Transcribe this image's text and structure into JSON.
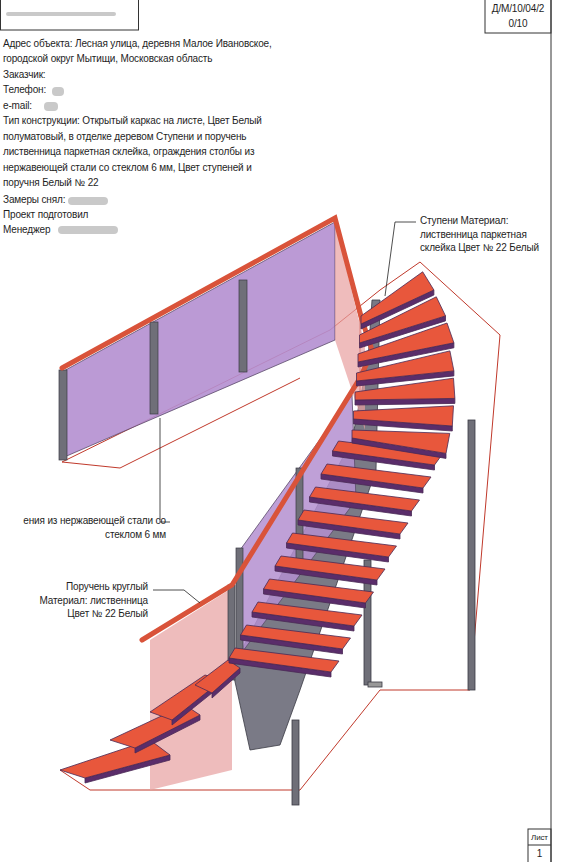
{
  "diagram": {
    "labels": [
      "Д/М/10/04/2",
      "0/10",
      "Адрес объекта: Лесная улица, деревня Малое Ивановское,",
      "городской округ Мытищи, Московская область",
      "Заказчик:",
      "Телефон:",
      "e-mail:",
      "Тип конструкции: Открытый каркас на листе, Цвет Белый полуматовый, в отделке деревом Ступени и поручень лиственница паркетная склейка, ограждения столбы из нержавеющей стали со стеклом 6 мм, Цвет ступеней и поручня Белый № 22",
      "Замеры снял:",
      "Проект подготовил",
      "Менеджер",
      "Ступени Материал: лиственница паркетная склейка Цвет № 22 Белый",
      "ения из нержавеющей стали со стеклом 6 мм",
      "Поручень круглый Материал: лиственница Цвет № 22 Белый",
      "Лист",
      "1"
    ]
  }
}
